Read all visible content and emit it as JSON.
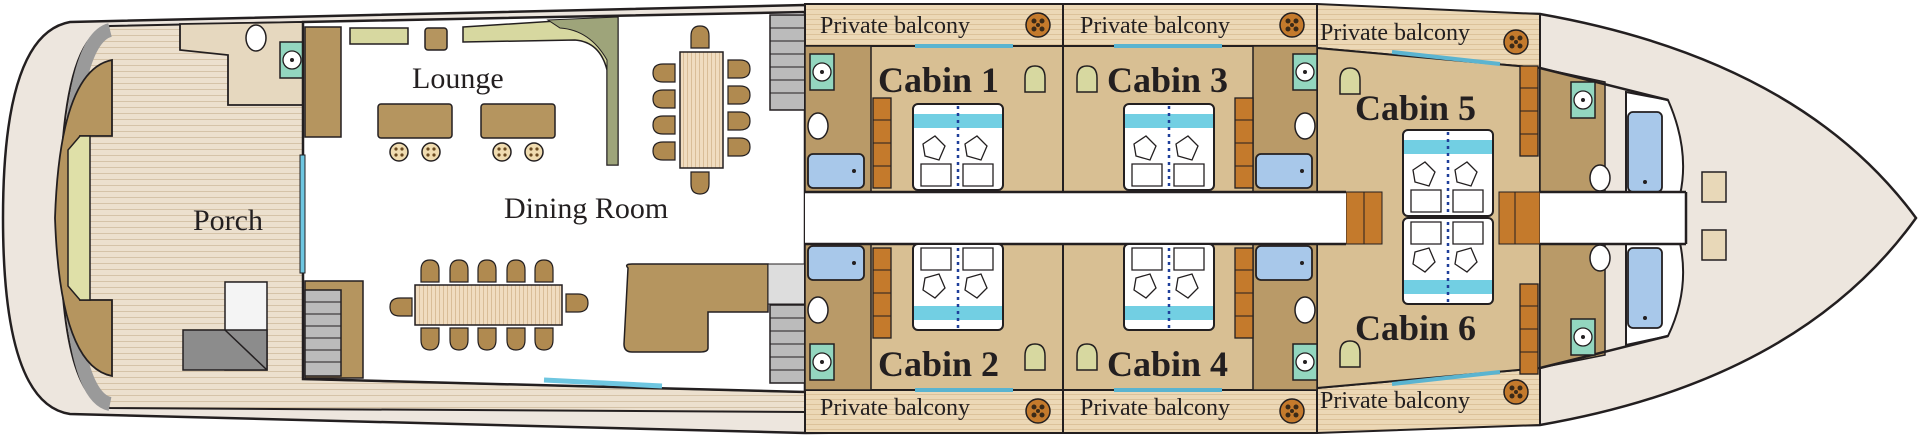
{
  "title": "Deck plan",
  "rooms": {
    "porch": "Porch",
    "lounge": "Lounge",
    "dining": "Dining Room"
  },
  "cabins": [
    "Cabin 1",
    "Cabin 2",
    "Cabin 3",
    "Cabin 4",
    "Cabin 5",
    "Cabin 6"
  ],
  "balconies": [
    "Private balcony",
    "Private balcony",
    "Private balcony",
    "Private balcony",
    "Private balcony",
    "Private balcony"
  ],
  "colors": {
    "hull": "#ede6de",
    "deck_wood": "#e9dcc9",
    "cabin_floor": "#d8bf93",
    "bath_floor": "#b99a68",
    "balcony_wood": "#ecd8b6",
    "sink_teal": "#93d6bf",
    "tub_blue": "#a8c8ea",
    "bed_stripe": "#72cfe3",
    "wardrobe": "#c47a2c",
    "furniture": "#b5955f"
  }
}
